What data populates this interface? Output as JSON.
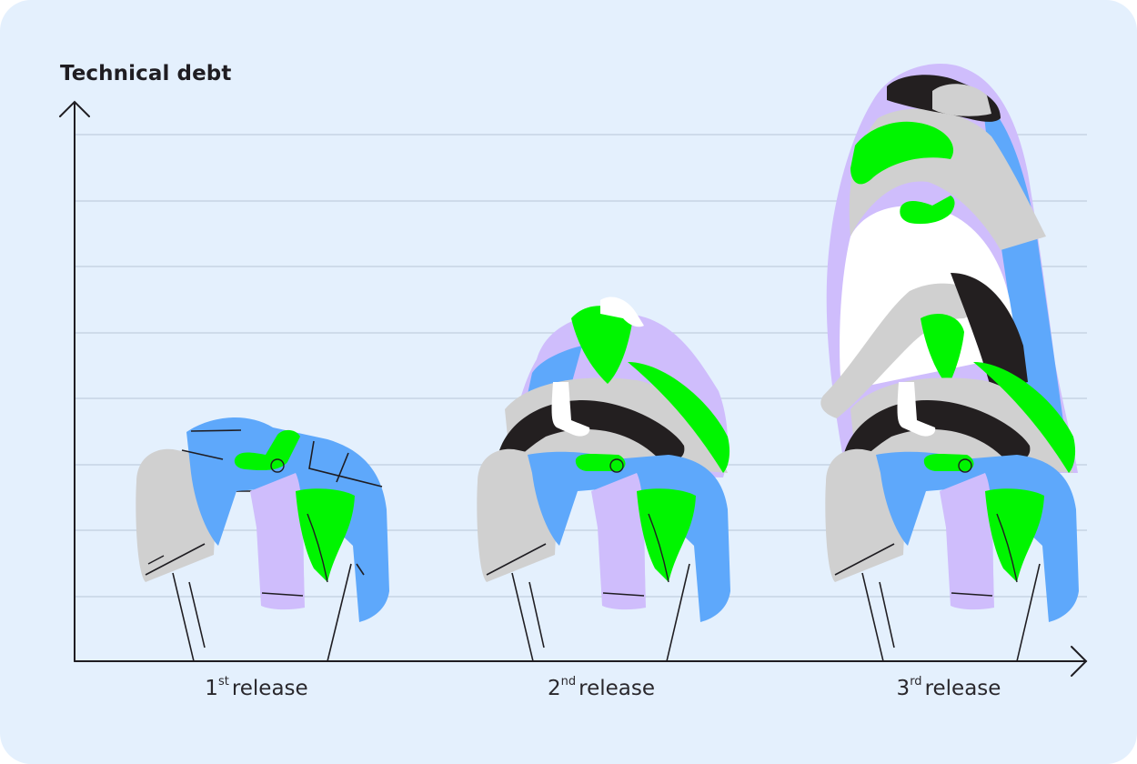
{
  "chart_data": {
    "type": "bar",
    "title": "",
    "ylabel": "Technical debt",
    "xlabel": "",
    "categories": [
      "1st release",
      "2nd release",
      "3rd release"
    ],
    "category_labels": [
      {
        "num": "1",
        "sup": "st",
        "text": "release"
      },
      {
        "num": "2",
        "sup": "nd",
        "text": "release"
      },
      {
        "num": "3",
        "sup": "rd",
        "text": "release"
      }
    ],
    "values": [
      3.7,
      5.6,
      9.2
    ],
    "ylim": [
      0,
      9
    ],
    "grid": true,
    "gridlines": 8,
    "y_ticks_labeled": false,
    "legend": null,
    "annotation": "Bars are drawn as piles of laundry on chairs; pile height represents growing technical debt"
  },
  "colors": {
    "background": "#e4f0fd",
    "grid": "#c6d4e3",
    "axis": "#1f1d22",
    "blue": "#5ea8fb",
    "green": "#00f500",
    "lavender": "#cfbdfc",
    "gray": "#d0d0d0",
    "black": "#231f20",
    "white": "#ffffff"
  }
}
